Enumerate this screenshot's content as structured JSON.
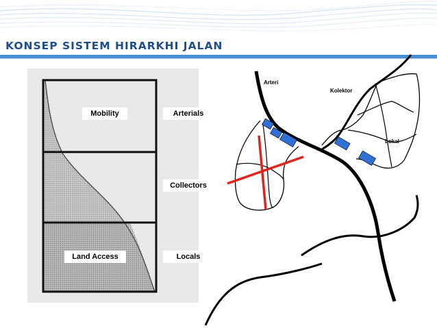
{
  "slide": {
    "title": "KONSEP SISTEM HIRARKHI JALAN",
    "accent_color": "#1f4e8c",
    "rule_color": "#4a8fd0"
  },
  "hierarchy_panel": {
    "left_labels": {
      "mobility": "Mobility",
      "land_access": "Land Access"
    },
    "right_labels": [
      "Arterials",
      "Collectors",
      "Locals"
    ]
  },
  "road_map": {
    "labels": {
      "arteri": "Arteri",
      "kolektor": "Kolektor",
      "lokal": "Lokal"
    },
    "colors": {
      "road": "#000000",
      "parcel": "#2f6fd6",
      "cross": "#e2231a"
    }
  }
}
